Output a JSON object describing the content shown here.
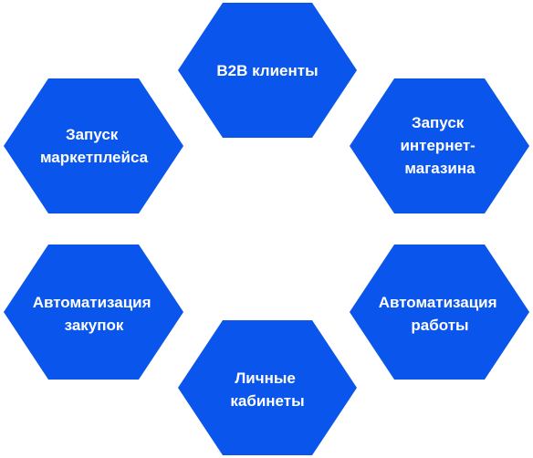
{
  "diagram": {
    "fill_color": "#0A55EC",
    "text_color": "#FFFFFF",
    "background": "#FFFFFF",
    "nodes": [
      {
        "id": "b2b-clients",
        "lines": [
          "B2B клиенты"
        ]
      },
      {
        "id": "marketplace-launch",
        "lines": [
          "Запуск",
          "маркетплейса"
        ]
      },
      {
        "id": "ecommerce-launch",
        "lines": [
          "Запуск",
          "интернет-",
          "магазина"
        ]
      },
      {
        "id": "procurement-automation",
        "lines": [
          "Автоматизация",
          "закупок"
        ]
      },
      {
        "id": "work-automation",
        "lines": [
          "Автоматизация",
          "работы"
        ]
      },
      {
        "id": "personal-accounts",
        "lines": [
          "Личные",
          "кабинеты"
        ]
      }
    ]
  }
}
